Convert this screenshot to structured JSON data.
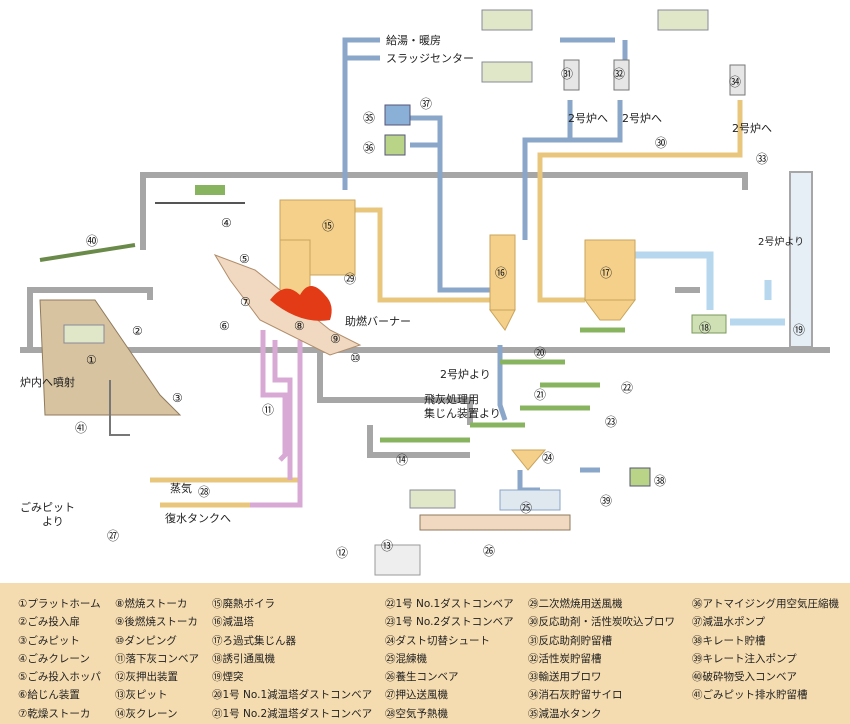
{
  "colors": {
    "dust_pipe": "#8aa6c8",
    "hot_pipe": "#e8c77c",
    "gas_pipe": "#b7d7ee",
    "ash_pipe": "#d9a9d6",
    "equipment": "#f5d08a",
    "building": "#a6a6a6",
    "green_conveyor": "#88b460",
    "legend_bg": "#f5dcb0"
  },
  "diagram": {
    "text_labels": {
      "hot_water": "給湯・暖房",
      "sludge": "スラッジセンター",
      "to_no2_a": "2号炉へ",
      "to_no2_b": "2号炉へ",
      "to_no2_c": "2号炉へ",
      "from_no2_vertical": "2号炉より",
      "from_no2_ash": "2号炉より",
      "flyash_line1": "飛灰処理用",
      "flyash_line2": "集じん装置より",
      "furnace_spray": "炉内へ噴射",
      "aux_burner": "助燃バーナー",
      "steam": "蒸気",
      "condensate": "復水タンクへ",
      "pit_from_line1": "ごみピット",
      "pit_from_line2": "より"
    },
    "markers": [
      "①",
      "②",
      "③",
      "④",
      "⑤",
      "⑥",
      "⑦",
      "⑧",
      "⑨",
      "⑩",
      "⑪",
      "⑫",
      "⑬",
      "⑭",
      "⑮",
      "⑯",
      "⑰",
      "⑱",
      "⑲",
      "⑳",
      "㉑",
      "㉒",
      "㉓",
      "㉔",
      "㉕",
      "㉖",
      "㉗",
      "㉘",
      "㉙",
      "㉚",
      "㉛",
      "㉜",
      "㉝",
      "㉞",
      "㉟",
      "㊱",
      "㊲",
      "㊳",
      "㊴",
      "㊵",
      "㊶"
    ]
  },
  "legend": [
    [
      "①プラットホーム",
      "②ごみ投入扉",
      "③ごみピット",
      "④ごみクレーン",
      "⑤ごみ投入ホッパ",
      "⑥給じん装置",
      "⑦乾燥ストーカ"
    ],
    [
      "⑧燃焼ストーカ",
      "⑨後燃焼ストーカ",
      "⑩ダンピング",
      "⑪落下灰コンベア",
      "⑫灰押出装置",
      "⑬灰ピット",
      "⑭灰クレーン"
    ],
    [
      "⑮廃熱ボイラ",
      "⑯減温塔",
      "⑰ろ過式集じん器",
      "⑱誘引通風機",
      "⑲煙突",
      "⑳1号 No.1減温塔ダストコンベア",
      "㉑1号 No.2減温塔ダストコンベア"
    ],
    [
      "㉒1号 No.1ダストコンベア",
      "㉓1号 No.2ダストコンベア",
      "㉔ダスト切替シュート",
      "㉕混練機",
      "㉖養生コンベア",
      "㉗押込送風機",
      "㉘空気予熱機"
    ],
    [
      "㉙二次燃焼用送風機",
      "㉚反応助剤・活性炭吹込ブロワ",
      "㉛反応助剤貯留槽",
      "㉜活性炭貯留槽",
      "㉝輸送用ブロワ",
      "㉞消石灰貯留サイロ",
      "㉟減温水タンク"
    ],
    [
      "㊱アトマイジング用空気圧縮機",
      "㊲減温水ポンプ",
      "㊳キレート貯槽",
      "㊴キレート注入ポンプ",
      "㊵破砕物受入コンベア",
      "㊶ごみピット排水貯留槽"
    ]
  ]
}
